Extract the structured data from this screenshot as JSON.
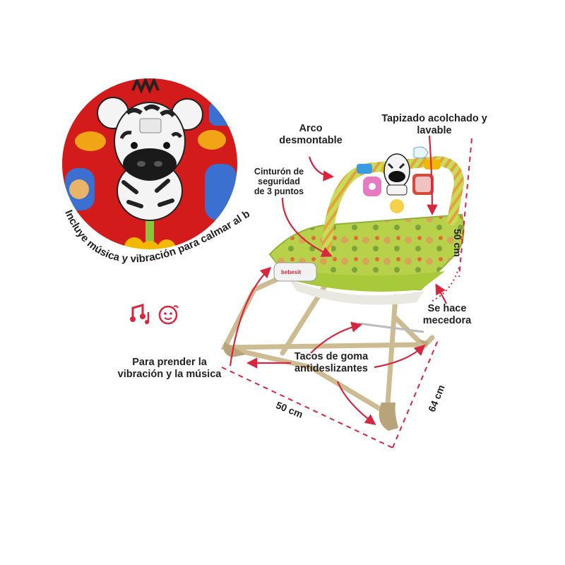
{
  "caption": "Incluye música y vibración para calmar al bebe",
  "labels": {
    "arco_line1": "Arco",
    "arco_line2": "desmontable",
    "tapizado_line1": "Tapizado acolchado y",
    "tapizado_line2": "lavable",
    "cinturon_line1": "Cinturón de",
    "cinturon_line2": "seguridad",
    "cinturon_line3": "de 3 puntos",
    "mecedora_line1": "Se hace",
    "mecedora_line2": "mecedora",
    "prender_line1": "Para prender la",
    "prender_line2": "vibración y la música",
    "tacos_line1": "Tacos de goma",
    "tacos_line2": "antideslizantes"
  },
  "dimensions": {
    "height": "50 cm",
    "width": "50 cm",
    "depth": "64 cm"
  },
  "product_brand": "bebesit",
  "icons": [
    "music-notes-icon",
    "baby-face-icon"
  ],
  "colors": {
    "accent_red": "#d7263d",
    "oval_red": "#d41b1b",
    "fabric_green": "#a9cc3a",
    "frame_beige": "#cdbb92"
  }
}
